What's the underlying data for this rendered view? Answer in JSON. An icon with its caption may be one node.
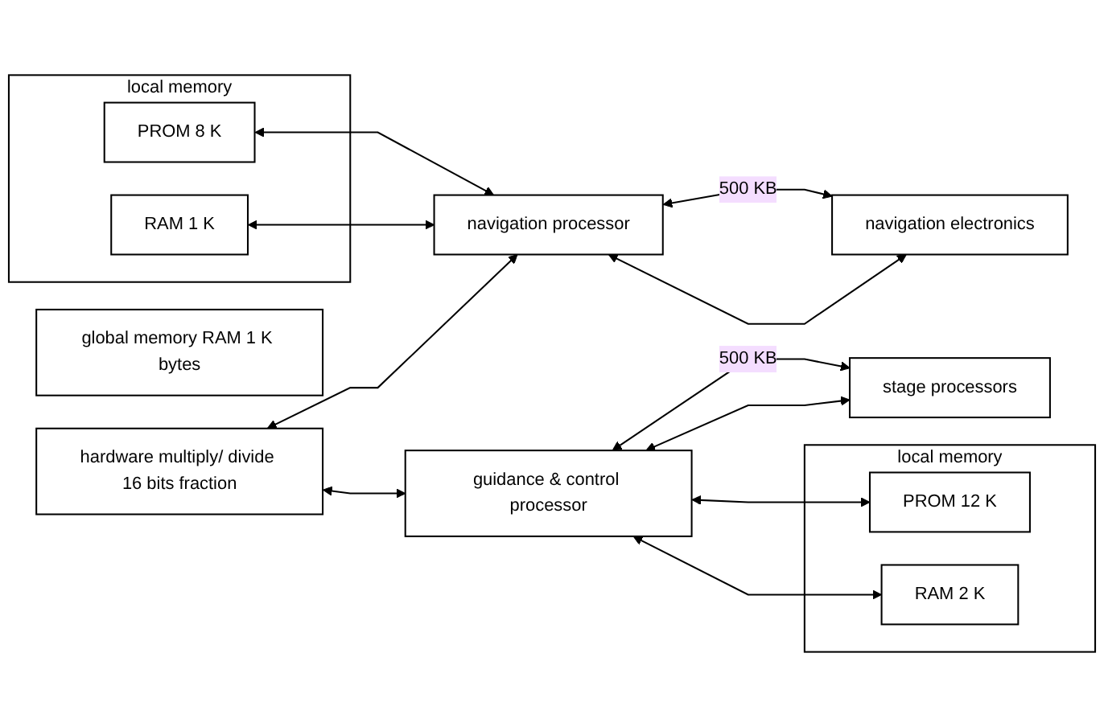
{
  "diagram": {
    "nodes": [
      {
        "text": [
          "local memory"
        ]
      },
      {
        "text": [
          "PROM 8 K"
        ],
        "in": 0
      },
      {
        "text": [
          "RAM 1 K"
        ],
        "in": 0
      },
      {
        "text": [
          "navigation processor"
        ]
      },
      {
        "text": [
          "global memory RAM 1 K bytes"
        ]
      },
      {
        "text": [
          "guidance & control processor"
        ]
      },
      {
        "text": [
          "hardware multiply/ divide 16 bits fraction"
        ]
      },
      {
        "text": [
          "navigation electronics"
        ]
      },
      {
        "text": [
          "stage processors"
        ]
      },
      {
        "text": [
          "local memory"
        ]
      },
      {
        "text": [
          "PROM 12 K"
        ],
        "in": 9
      },
      {
        "text": [
          "RAM 2 K"
        ],
        "in": 9
      }
    ],
    "edges": [
      {
        "from": 1,
        "to": 3,
        "arrow": "both"
      },
      {
        "from": 2,
        "to": 3,
        "arrow": "both"
      },
      {
        "from": 6,
        "to": 3,
        "arrow": "both"
      },
      {
        "from": 6,
        "to": 5,
        "arrow": "both"
      },
      {
        "from": 3,
        "to": 7,
        "arrow": "both",
        "label": "500 KB"
      },
      {
        "from": 3,
        "to": 7,
        "arrow": "both"
      },
      {
        "from": 5,
        "to": 8,
        "arrow": "both",
        "label": "500 KB"
      },
      {
        "from": 5,
        "to": 8,
        "arrow": "both"
      },
      {
        "from": 5,
        "to": 10,
        "arrow": "both"
      },
      {
        "from": 5,
        "to": 11,
        "arrow": "both"
      }
    ]
  }
}
